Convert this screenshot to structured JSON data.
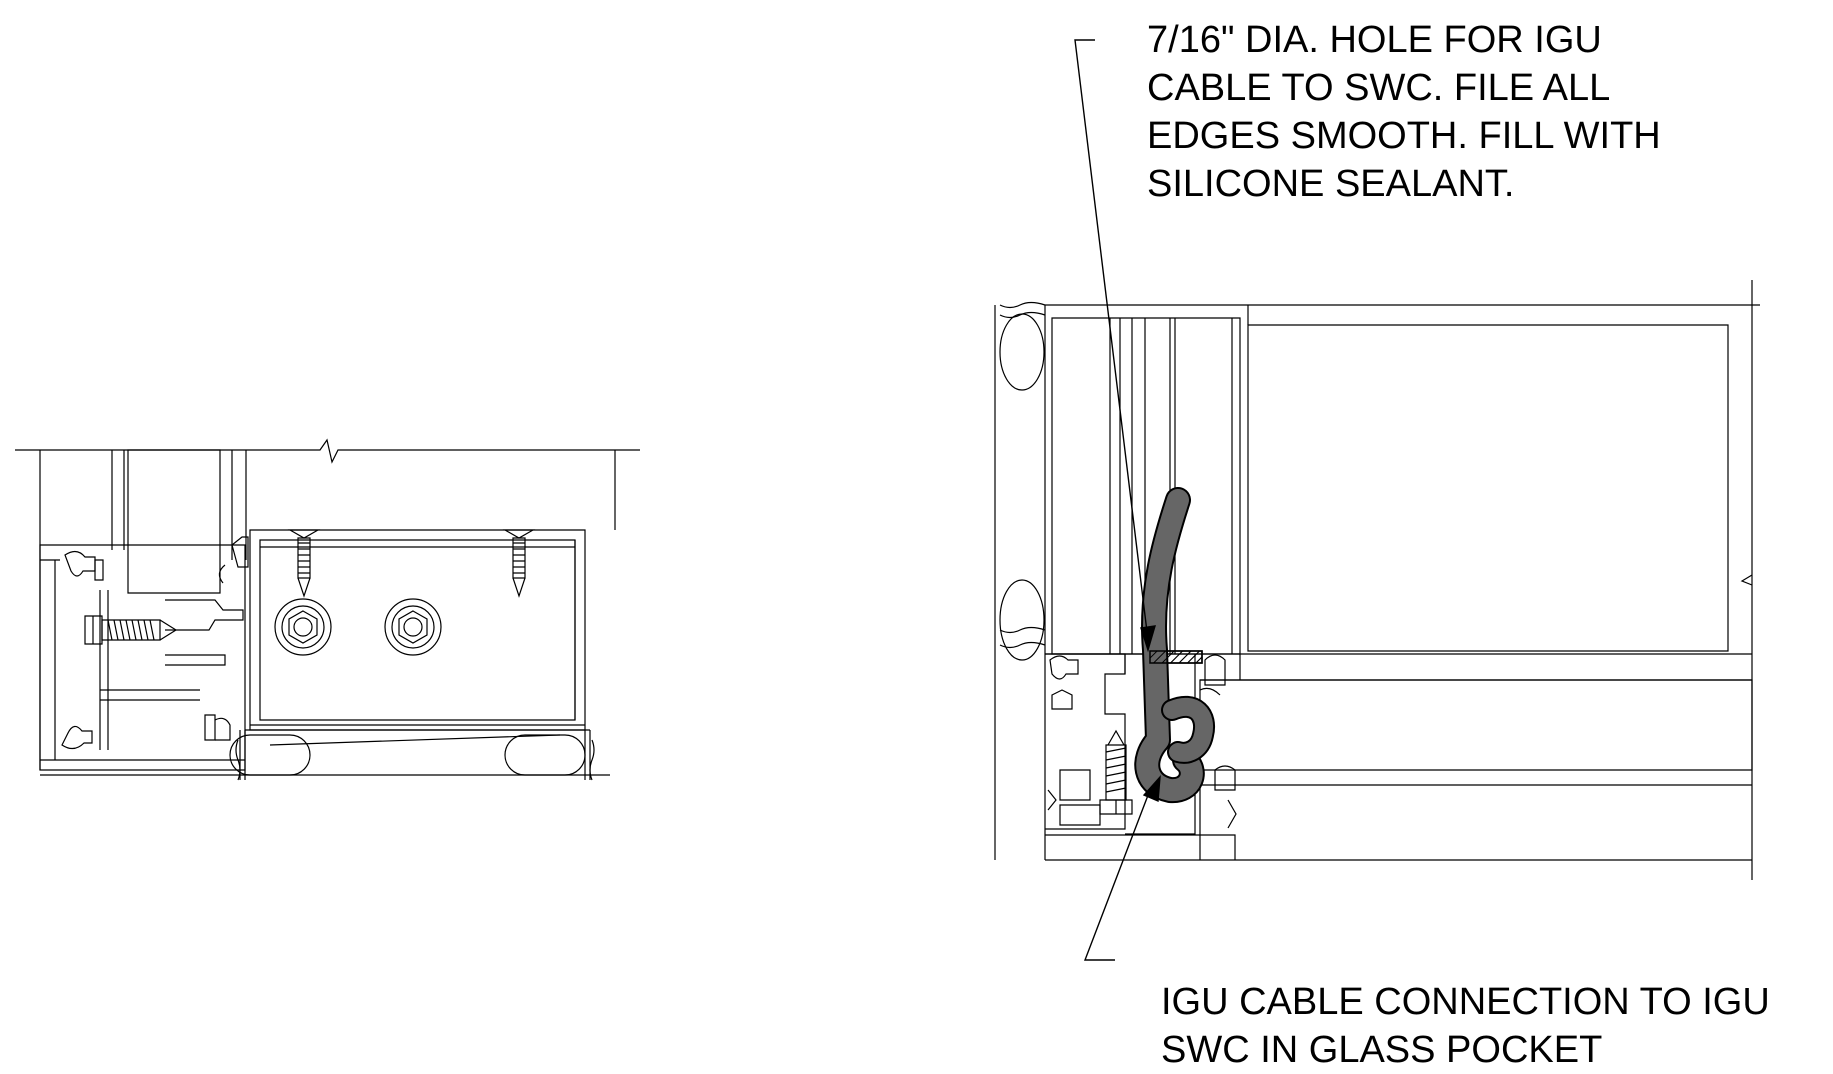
{
  "annotations": {
    "hole_note": {
      "lines": [
        "7/16\" DIA. HOLE FOR IGU",
        "CABLE TO SWC. FILE ALL",
        "EDGES SMOOTH. FILL WITH",
        "SILICONE SEALANT."
      ]
    },
    "cable_note": {
      "lines": [
        "IGU CABLE CONNECTION TO IGU",
        "SWC IN GLASS POCKET"
      ]
    }
  },
  "colors": {
    "line": "#000000",
    "cable_fill": "#666666",
    "background": "#ffffff"
  }
}
